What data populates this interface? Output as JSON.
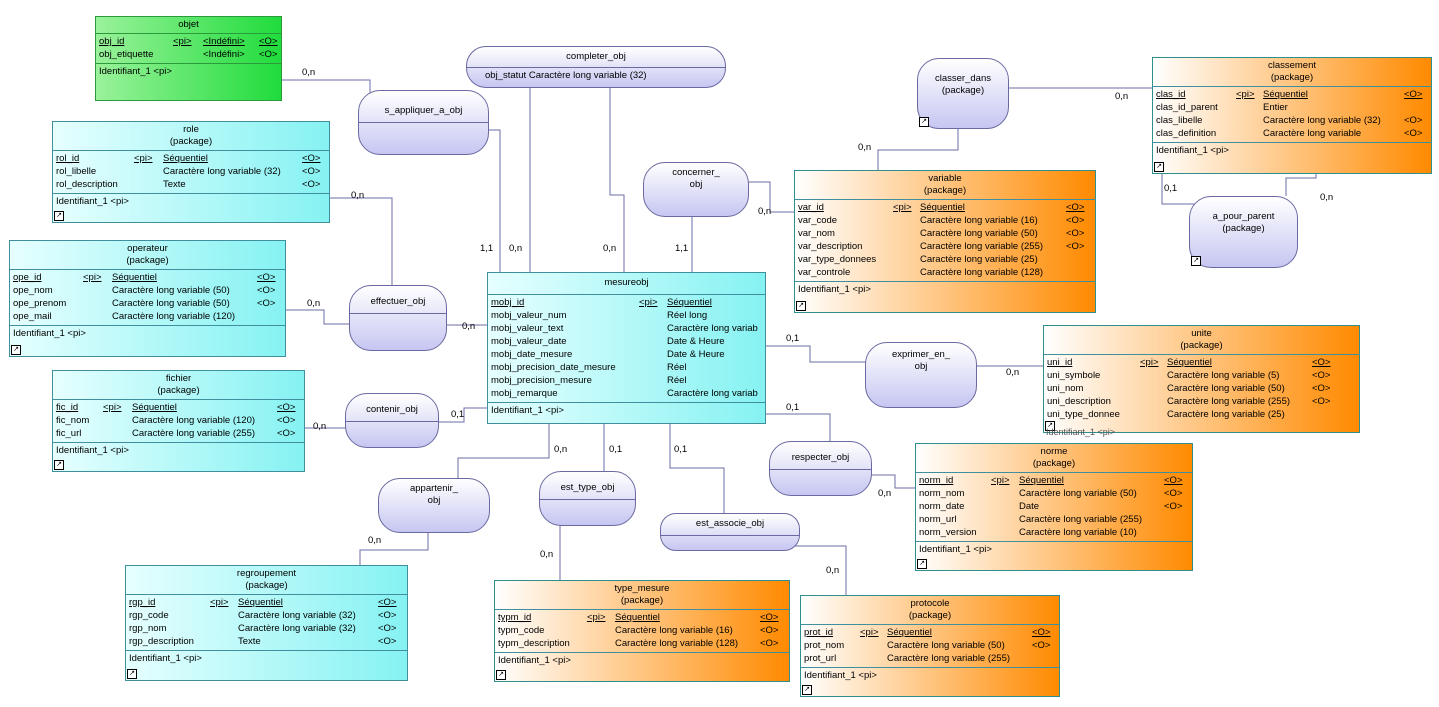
{
  "entities": {
    "objet": {
      "name": "objet",
      "sub": "",
      "fields": [
        {
          "name": "obj_id",
          "key": "<pi>",
          "type": "<Indéfini>",
          "flag": "<O>",
          "pk": true
        },
        {
          "name": "obj_etiquette",
          "key": "",
          "type": "<Indéfini>",
          "flag": "<O>",
          "pk": false
        }
      ],
      "identifier": "Identifiant_1   <pi>"
    },
    "role": {
      "name": "role",
      "sub": "(package)",
      "fields": [
        {
          "name": "rol_id",
          "key": "<pi>",
          "type": "Séquentiel",
          "flag": "<O>",
          "pk": true
        },
        {
          "name": "rol_libelle",
          "key": "",
          "type": "Caractère long variable (32)",
          "flag": "<O>",
          "pk": false
        },
        {
          "name": "rol_description",
          "key": "",
          "type": "Texte",
          "flag": "<O>",
          "pk": false
        }
      ],
      "identifier": "Identifiant_1   <pi>"
    },
    "operateur": {
      "name": "operateur",
      "sub": "(package)",
      "fields": [
        {
          "name": "ope_id",
          "key": "<pi>",
          "type": "Séquentiel",
          "flag": "<O>",
          "pk": true
        },
        {
          "name": "ope_nom",
          "key": "",
          "type": "Caractère long variable (50)",
          "flag": "<O>",
          "pk": false
        },
        {
          "name": "ope_prenom",
          "key": "",
          "type": "Caractère long variable (50)",
          "flag": "<O>",
          "pk": false
        },
        {
          "name": "ope_mail",
          "key": "",
          "type": "Caractère long variable (120)",
          "flag": "",
          "pk": false
        }
      ],
      "identifier": "Identifiant_1   <pi>"
    },
    "fichier": {
      "name": "fichier",
      "sub": "(package)",
      "fields": [
        {
          "name": "fic_id",
          "key": "<pi>",
          "type": "Séquentiel",
          "flag": "<O>",
          "pk": true
        },
        {
          "name": "fic_nom",
          "key": "",
          "type": "Caractère long variable (120)",
          "flag": "<O>",
          "pk": false
        },
        {
          "name": "fic_url",
          "key": "",
          "type": "Caractère long variable (255)",
          "flag": "<O>",
          "pk": false
        }
      ],
      "identifier": "Identifiant_1   <pi>"
    },
    "regroupement": {
      "name": "regroupement",
      "sub": "(package)",
      "fields": [
        {
          "name": "rgp_id",
          "key": "<pi>",
          "type": "Séquentiel",
          "flag": "<O>",
          "pk": true
        },
        {
          "name": "rgp_code",
          "key": "",
          "type": "Caractère long variable (32)",
          "flag": "<O>",
          "pk": false
        },
        {
          "name": "rgp_nom",
          "key": "",
          "type": "Caractère long variable (32)",
          "flag": "<O>",
          "pk": false
        },
        {
          "name": "rgp_description",
          "key": "",
          "type": "Texte",
          "flag": "<O>",
          "pk": false
        }
      ],
      "identifier": "Identifiant_1   <pi>"
    },
    "mesureobj": {
      "name": "mesureobj",
      "sub": "",
      "fields": [
        {
          "name": "mobj_id",
          "key": "<pi>",
          "type": "Séquentiel",
          "flag": "",
          "pk": true
        },
        {
          "name": "mobj_valeur_num",
          "key": "",
          "type": "Réel long",
          "flag": "",
          "pk": false
        },
        {
          "name": "mobj_valeur_text",
          "key": "",
          "type": "Caractère long variab",
          "flag": "",
          "pk": false
        },
        {
          "name": "mobj_valeur_date",
          "key": "",
          "type": "Date & Heure",
          "flag": "",
          "pk": false
        },
        {
          "name": "mobj_date_mesure",
          "key": "",
          "type": "Date & Heure",
          "flag": "",
          "pk": false
        },
        {
          "name": "mobj_precision_date_mesure",
          "key": "",
          "type": "Réel",
          "flag": "",
          "pk": false
        },
        {
          "name": "mobj_precision_mesure",
          "key": "",
          "type": "Réel",
          "flag": "",
          "pk": false
        },
        {
          "name": "mobj_remarque",
          "key": "",
          "type": "Caractère long variab",
          "flag": "",
          "pk": false
        }
      ],
      "identifier": "Identifiant_1   <pi>"
    },
    "type_mesure": {
      "name": "type_mesure",
      "sub": "(package)",
      "fields": [
        {
          "name": "typm_id",
          "key": "<pi>",
          "type": "Séquentiel",
          "flag": "<O>",
          "pk": true
        },
        {
          "name": "typm_code",
          "key": "",
          "type": "Caractère long variable (16)",
          "flag": "<O>",
          "pk": false
        },
        {
          "name": "typm_description",
          "key": "",
          "type": "Caractère long variable (128)",
          "flag": "<O>",
          "pk": false
        }
      ],
      "identifier": "Identifiant_1   <pi>"
    },
    "protocole": {
      "name": "protocole",
      "sub": "(package)",
      "fields": [
        {
          "name": "prot_id",
          "key": "<pi>",
          "type": "Séquentiel",
          "flag": "<O>",
          "pk": true
        },
        {
          "name": "prot_nom",
          "key": "",
          "type": "Caractère long variable (50)",
          "flag": "<O>",
          "pk": false
        },
        {
          "name": "prot_url",
          "key": "",
          "type": "Caractère long variable (255)",
          "flag": "",
          "pk": false
        }
      ],
      "identifier": "Identifiant_1   <pi>"
    },
    "variable": {
      "name": "variable",
      "sub": "(package)",
      "fields": [
        {
          "name": "var_id",
          "key": "<pi>",
          "type": "Séquentiel",
          "flag": "<O>",
          "pk": true
        },
        {
          "name": "var_code",
          "key": "",
          "type": "Caractère long variable (16)",
          "flag": "<O>",
          "pk": false
        },
        {
          "name": "var_nom",
          "key": "",
          "type": "Caractère long variable (50)",
          "flag": "<O>",
          "pk": false
        },
        {
          "name": "var_description",
          "key": "",
          "type": "Caractère long variable (255)",
          "flag": "<O>",
          "pk": false
        },
        {
          "name": "var_type_donnees",
          "key": "",
          "type": "Caractère long variable (25)",
          "flag": "",
          "pk": false
        },
        {
          "name": "var_controle",
          "key": "",
          "type": "Caractère long variable (128)",
          "flag": "",
          "pk": false
        }
      ],
      "identifier": "Identifiant_1   <pi>"
    },
    "classement": {
      "name": "classement",
      "sub": "(package)",
      "fields": [
        {
          "name": "clas_id",
          "key": "<pi>",
          "type": "Séquentiel",
          "flag": "<O>",
          "pk": true
        },
        {
          "name": "clas_id_parent",
          "key": "",
          "type": "Entier",
          "flag": "",
          "pk": false
        },
        {
          "name": "clas_libelle",
          "key": "",
          "type": "Caractère long variable (32)",
          "flag": "<O>",
          "pk": false
        },
        {
          "name": "clas_definition",
          "key": "",
          "type": "Caractère long variable",
          "flag": "<O>",
          "pk": false
        }
      ],
      "identifier": "Identifiant_1   <pi>"
    },
    "unite": {
      "name": "unite",
      "sub": "(package)",
      "fields": [
        {
          "name": "uni_id",
          "key": "<pi>",
          "type": "Séquentiel",
          "flag": "<O>",
          "pk": true
        },
        {
          "name": "uni_symbole",
          "key": "",
          "type": "Caractère long variable (5)",
          "flag": "<O>",
          "pk": false
        },
        {
          "name": "uni_nom",
          "key": "",
          "type": "Caractère long variable (50)",
          "flag": "<O>",
          "pk": false
        },
        {
          "name": "uni_description",
          "key": "",
          "type": "Caractère long variable (255)",
          "flag": "<O>",
          "pk": false
        },
        {
          "name": "uni_type_donnee",
          "key": "",
          "type": "Caractère long variable (25)",
          "flag": "",
          "pk": false
        }
      ],
      "identifier": ""
    },
    "norme": {
      "name": "norme",
      "sub": "(package)",
      "fields": [
        {
          "name": "norm_id",
          "key": "<pi>",
          "type": "Séquentiel",
          "flag": "<O>",
          "pk": true
        },
        {
          "name": "norm_nom",
          "key": "",
          "type": "Caractère long variable (50)",
          "flag": "<O>",
          "pk": false
        },
        {
          "name": "norm_date",
          "key": "",
          "type": "Date",
          "flag": "<O>",
          "pk": false
        },
        {
          "name": "norm_url",
          "key": "",
          "type": "Caractère long variable (255)",
          "flag": "",
          "pk": false
        },
        {
          "name": "norm_version",
          "key": "",
          "type": "Caractère long variable (10)",
          "flag": "",
          "pk": false
        }
      ],
      "identifier": "Identifiant_1   <pi>"
    }
  },
  "associations": {
    "completer_obj": {
      "line1": "completer_obj",
      "line2": "",
      "attr": "obj_statut   Caractère long variable (32)"
    },
    "s_appliquer_a_obj": {
      "line1": "s_appliquer_a_obj",
      "line2": "",
      "attr": ""
    },
    "concerner_obj": {
      "line1": "concerner_",
      "line2": "obj",
      "attr": ""
    },
    "classer_dans": {
      "line1": "classer_dans",
      "line2": "(package)",
      "attr": ""
    },
    "a_pour_parent": {
      "line1": "a_pour_parent",
      "line2": "(package)",
      "attr": ""
    },
    "effectuer_obj": {
      "line1": "effectuer_obj",
      "line2": "",
      "attr": ""
    },
    "contenir_obj": {
      "line1": "contenir_obj",
      "line2": "",
      "attr": ""
    },
    "exprimer_en_obj": {
      "line1": "exprimer_en_",
      "line2": "obj",
      "attr": ""
    },
    "respecter_obj": {
      "line1": "respecter_obj",
      "line2": "",
      "attr": ""
    },
    "appartenir_obj": {
      "line1": "appartenir_",
      "line2": "obj",
      "attr": ""
    },
    "est_type_obj": {
      "line1": "est_type_obj",
      "line2": "",
      "attr": ""
    },
    "est_associe_obj": {
      "line1": "est_associe_obj",
      "line2": "",
      "attr": ""
    }
  },
  "cardinalities": {
    "objet_s_appliquer": "0,n",
    "s_appliquer_mesureobj": "1,1",
    "completer_mesureobj_left": "0,n",
    "completer_mesureobj_right": "0,n",
    "concerner_mesureobj": "1,1",
    "concerner_variable": "0,n",
    "role_effectuer": "0,n",
    "operateur_effectuer": "0,n",
    "effectuer_mesureobj": "0,n",
    "fichier_contenir": "0,n",
    "contenir_mesureobj": "0,1",
    "variable_classer": "0,n",
    "classement_classer": "0,n",
    "classement_parent_a": "0,1",
    "classement_parent_b": "0,n",
    "mesureobj_exprimer": "0,1",
    "unite_exprimer": "0,n",
    "mesureobj_respecter": "0,1",
    "norme_respecter": "0,n",
    "mesureobj_appartenir": "0,n",
    "regroupement_appartenir": "0,n",
    "mesureobj_est_type": "0,1",
    "type_mesure_est_type": "0,n",
    "mesureobj_est_associe": "0,1",
    "protocole_est_associe": "0,n"
  },
  "unite_truncated_text": "Identifiant_1   <pi>",
  "package_symbol": "↗",
  "colors": {
    "link": "#6b6ba8",
    "assoc_border": "#6a6aa0",
    "entity_border": "#3f8f9f"
  }
}
